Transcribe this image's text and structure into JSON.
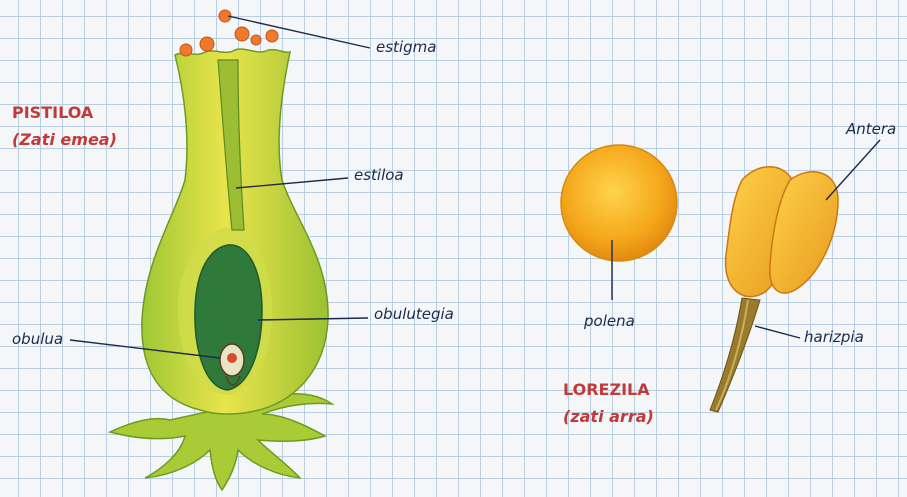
{
  "pistil": {
    "title": "PISTILOA",
    "subtitle": "(Zati emea)"
  },
  "stamen": {
    "title": "LOREZILA",
    "subtitle": "(zati arra)"
  },
  "labels": {
    "stigma": "estigma",
    "style": "estiloa",
    "ovary_wall": "obulutegia",
    "ovule": "obulua",
    "pollen": "polena",
    "anther": "Antera",
    "filament": "harizpia"
  },
  "colors": {
    "title": "#c23a39",
    "label": "#1d2a4a",
    "grid": "#b9cde0",
    "pistil_green": "#b6d33a",
    "pistil_yellow": "#e8e24a",
    "ovary_dark": "#2f7a3a",
    "pollen_orange": "#f2a81c"
  }
}
